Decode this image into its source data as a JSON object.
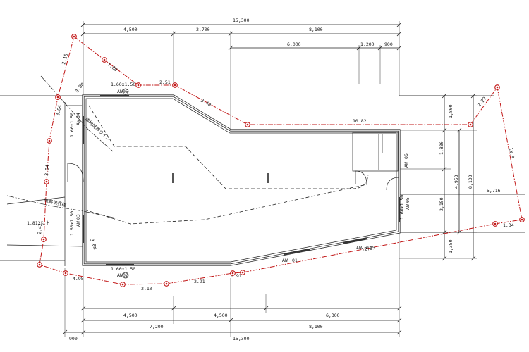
{
  "dimensions": {
    "top_total": "15,300",
    "top_segments": [
      "4,500",
      "2,700",
      "8,100"
    ],
    "top_sub_segments": [
      "6,000",
      "1,200",
      "900"
    ],
    "bottom_row1": [
      "4,500",
      "4,500",
      "6,300"
    ],
    "bottom_row2": [
      "7,200",
      "8,100"
    ],
    "bottom_row3_left": "900",
    "bottom_total": "15,300",
    "right_segments": [
      "1,800",
      "1,800",
      "2,150",
      "1,350"
    ],
    "right_inner": "4,950",
    "right_total": "8,100",
    "right_offset": "5,716"
  },
  "boundary_lengths": {
    "top_left_1": "2.18",
    "top_left_2": "1.80",
    "top_1": "2.51",
    "top_2": "3.40",
    "top_3": "10.82",
    "right_1": "2.22",
    "right_2": "13.9",
    "right_3": "1.34",
    "bottom_1": "12.35",
    "bottom_2": "0.91",
    "bottom_3": "2.91",
    "bottom_4": "2.10",
    "bottom_5": "4.95",
    "left_1": "3.04",
    "left_2": "3.04",
    "left_3": "2.42"
  },
  "annotations": {
    "window_top": "1.60x1.50",
    "window_bottom": "1.60x1.50",
    "window_left": "1.60x1.50",
    "window_left_lower": "1.60x1.50",
    "window_right": "1.60x1.50",
    "aw_label": "AW",
    "code_05": "05",
    "code_04": "04",
    "code_03": "03",
    "code_02": "02",
    "code_01": "01",
    "code_06": "06",
    "height_mark": "1,812以上",
    "line_label_1": "隣地境界ライン",
    "line_label_2": "道路境界線",
    "offset_1": "3.0m",
    "offset_2": "3.0m"
  }
}
